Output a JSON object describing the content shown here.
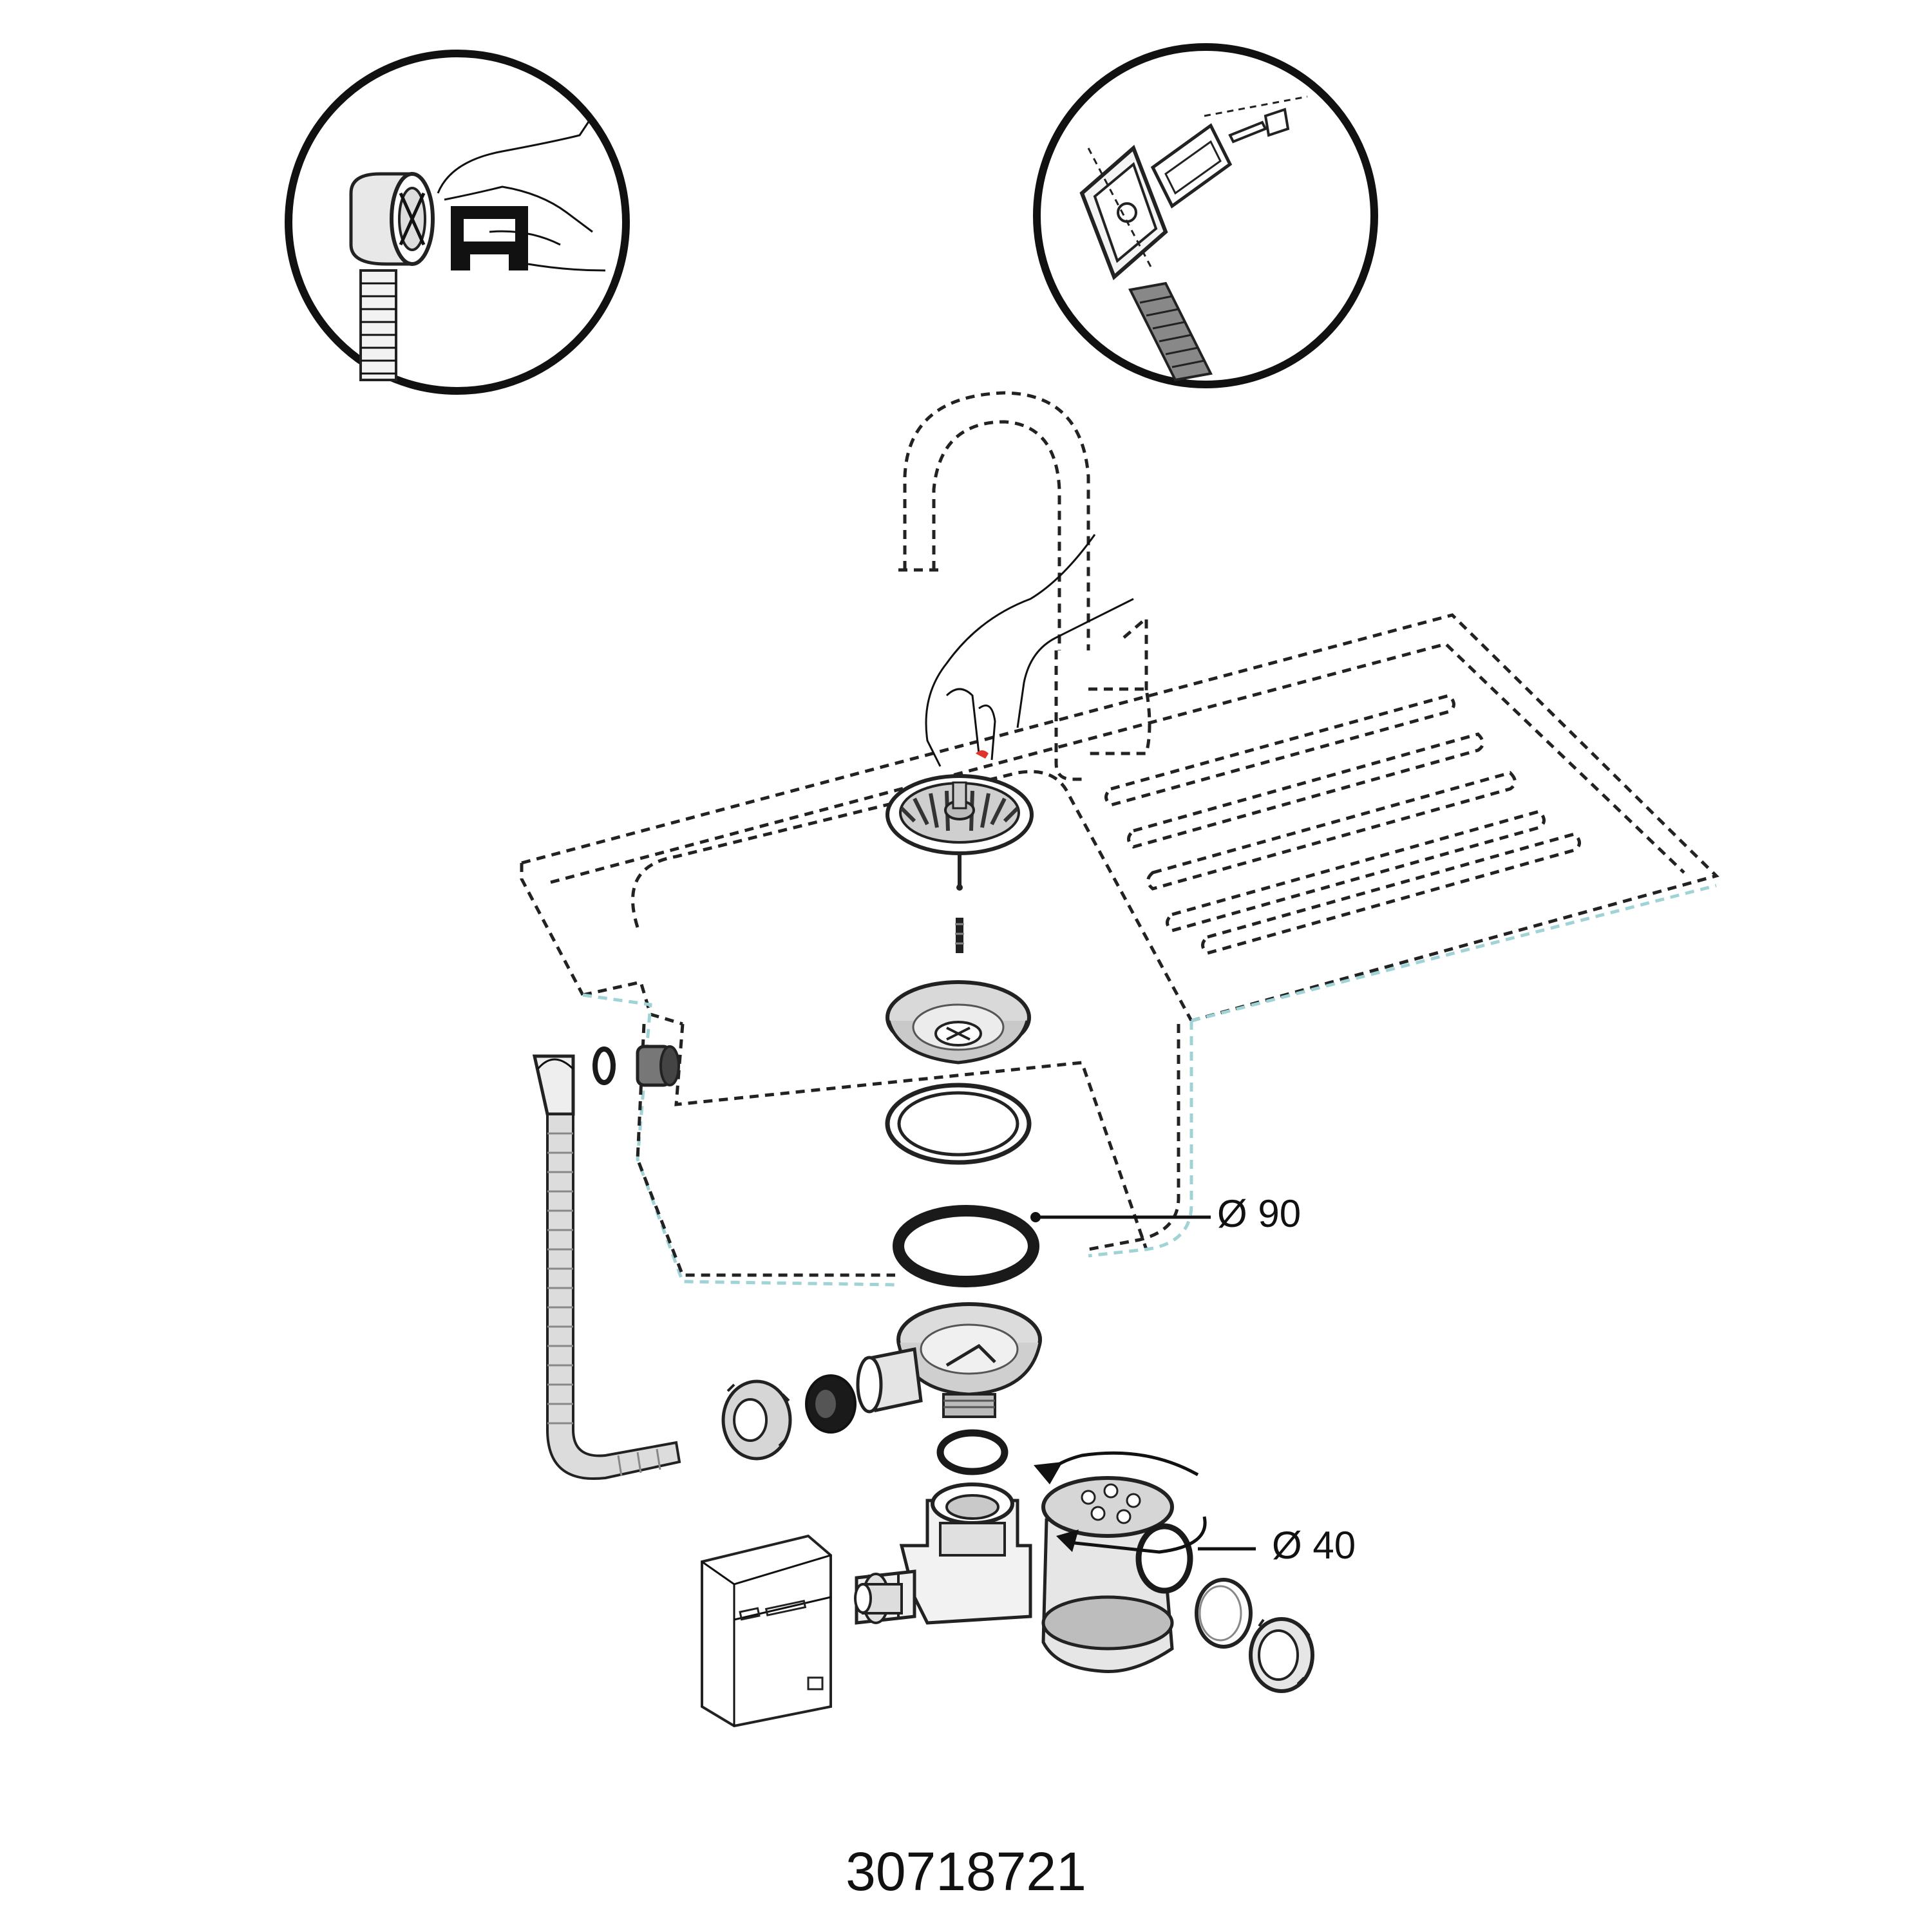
{
  "diagram": {
    "dimension_sink_outlet": "Ø 90",
    "dimension_overflow": "Ø 40",
    "article_number": "30718721"
  },
  "colors": {
    "ink": "#111111",
    "sink_outline_dashed": "#222222",
    "sink_water_outline": "#9fd3d6",
    "metal_fill": "#d9d9d9",
    "gasket_black": "#1a1a1a",
    "fingernail_red": "#e0342b"
  },
  "icons": {
    "detail_left": "hose-elbow-and-clip-icon",
    "detail_right": "overflow-bracket-screw-icon",
    "appliance": "dishwasher-icon",
    "rotation": "rotate-arrow-icon"
  }
}
